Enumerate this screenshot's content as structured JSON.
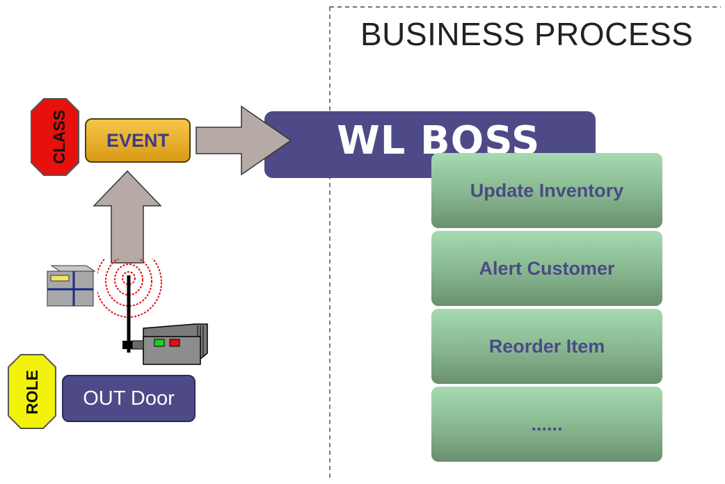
{
  "section_title": "BUSINESS PROCESS",
  "class_badge": "CLASS",
  "event_label": "EVENT",
  "engine_label": "WL BOSS",
  "role_badge": "ROLE",
  "location_label": "OUT Door",
  "process_steps": [
    "Update Inventory",
    "Alert Customer",
    "Reorder Item",
    "......"
  ],
  "colors": {
    "engine": "#4e4a87",
    "event": "#e8ad2c",
    "class_octagon": "#e8100c",
    "role_octagon": "#f2f20a",
    "arrow": "#b5aaa5",
    "step": "#8fc499",
    "text_accent": "#4a4a86"
  },
  "icons": [
    "package-icon",
    "rfid-antenna-icon",
    "rfid-signal-waves-icon",
    "rfid-reader-icon"
  ]
}
